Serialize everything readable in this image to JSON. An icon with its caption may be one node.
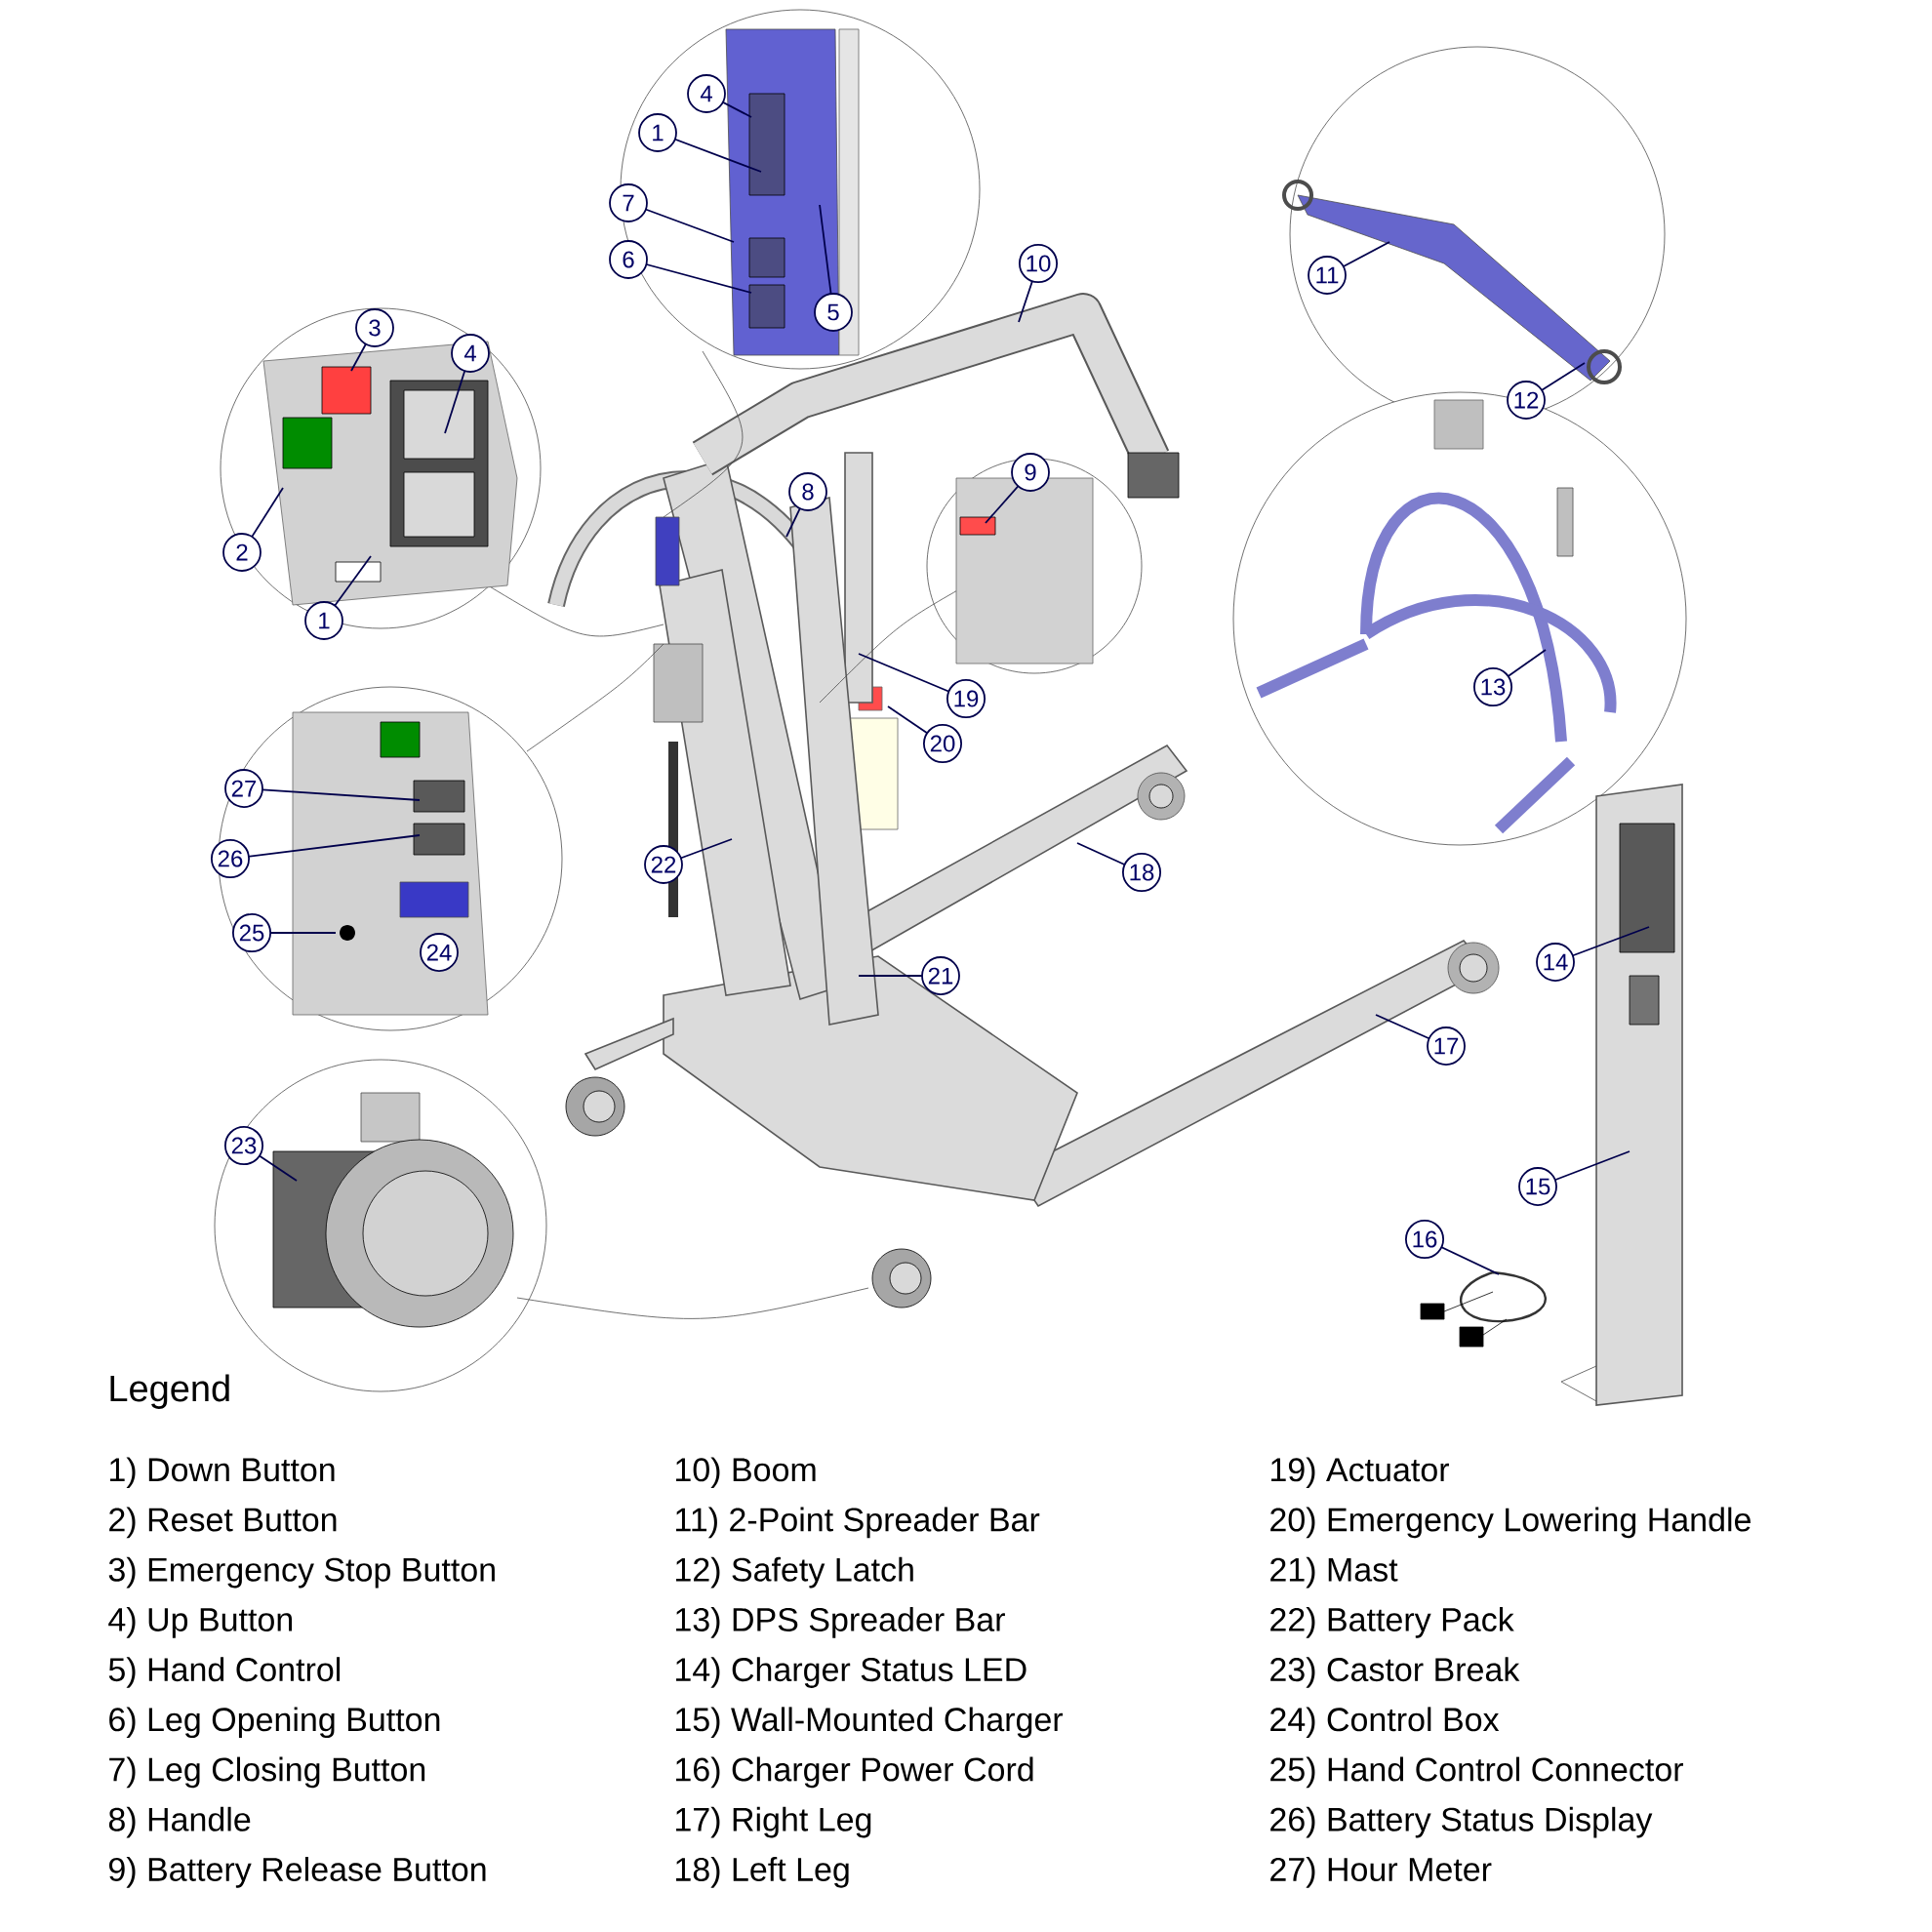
{
  "diagram": {
    "nodes": [
      {
        "text": [
          "4"
        ]
      },
      {
        "text": [
          "1"
        ]
      },
      {
        "text": [
          "7"
        ]
      },
      {
        "text": [
          "6"
        ]
      },
      {
        "text": [
          "5"
        ]
      },
      {
        "text": [
          "3"
        ]
      },
      {
        "text": [
          "4"
        ]
      },
      {
        "text": [
          "2"
        ]
      },
      {
        "text": [
          "1"
        ]
      },
      {
        "text": [
          "10"
        ]
      },
      {
        "text": [
          "8"
        ]
      },
      {
        "text": [
          "9"
        ]
      },
      {
        "text": [
          "11"
        ]
      },
      {
        "text": [
          "12"
        ]
      },
      {
        "text": [
          "13"
        ]
      },
      {
        "text": [
          "19"
        ]
      },
      {
        "text": [
          "20"
        ]
      },
      {
        "text": [
          "27"
        ]
      },
      {
        "text": [
          "26"
        ]
      },
      {
        "text": [
          "22"
        ]
      },
      {
        "text": [
          "18"
        ]
      },
      {
        "text": [
          "25"
        ]
      },
      {
        "text": [
          "24"
        ]
      },
      {
        "text": [
          "14"
        ]
      },
      {
        "text": [
          "21"
        ]
      },
      {
        "text": [
          "17"
        ]
      },
      {
        "text": [
          "23"
        ]
      },
      {
        "text": [
          "15"
        ]
      },
      {
        "text": [
          "16"
        ]
      }
    ],
    "edges": [
      {
        "from": 0,
        "to": null,
        "arrow": "none"
      },
      {
        "from": 1,
        "to": null,
        "arrow": "none"
      },
      {
        "from": 2,
        "to": null,
        "arrow": "none"
      },
      {
        "from": 3,
        "to": null,
        "arrow": "none"
      },
      {
        "from": 4,
        "to": null,
        "arrow": "none"
      },
      {
        "from": 5,
        "to": null,
        "arrow": "none"
      },
      {
        "from": 6,
        "to": null,
        "arrow": "none"
      },
      {
        "from": 7,
        "to": null,
        "arrow": "none"
      },
      {
        "from": 8,
        "to": null,
        "arrow": "none"
      },
      {
        "from": 9,
        "to": null,
        "arrow": "none"
      },
      {
        "from": 10,
        "to": null,
        "arrow": "none"
      },
      {
        "from": 11,
        "to": null,
        "arrow": "none"
      },
      {
        "from": 12,
        "to": null,
        "arrow": "none"
      },
      {
        "from": 13,
        "to": null,
        "arrow": "none"
      },
      {
        "from": 14,
        "to": null,
        "arrow": "none"
      },
      {
        "from": 15,
        "to": null,
        "arrow": "none"
      },
      {
        "from": 16,
        "to": null,
        "arrow": "none"
      },
      {
        "from": 17,
        "to": null,
        "arrow": "none"
      },
      {
        "from": 18,
        "to": null,
        "arrow": "none"
      },
      {
        "from": 19,
        "to": null,
        "arrow": "none"
      },
      {
        "from": 20,
        "to": null,
        "arrow": "none"
      },
      {
        "from": 21,
        "to": null,
        "arrow": "none"
      },
      {
        "from": 23,
        "to": null,
        "arrow": "none"
      },
      {
        "from": 24,
        "to": null,
        "arrow": "none"
      },
      {
        "from": 25,
        "to": null,
        "arrow": "none"
      },
      {
        "from": 26,
        "to": null,
        "arrow": "none"
      },
      {
        "from": 27,
        "to": null,
        "arrow": "none"
      },
      {
        "from": 28,
        "to": null,
        "arrow": "none"
      }
    ],
    "labels": [
      "Legend",
      "1) Down Button",
      "2) Reset Button",
      "3) Emergency Stop Button",
      "4) Up Button",
      "5) Hand Control",
      "6) Leg Opening Button",
      "7) Leg Closing Button",
      "8) Handle",
      "9) Battery Release Button",
      "10) Boom",
      "11) 2-Point Spreader Bar",
      "12) Safety Latch",
      "13) DPS Spreader Bar",
      "14) Charger Status LED",
      "15) Wall-Mounted Charger",
      "16) Charger Power Cord",
      "17) Right Leg",
      "18) Left Leg",
      "19) Actuator",
      "20) Emergency Lowering Handle",
      "21) Mast",
      "22) Battery Pack",
      "23) Castor Break",
      "24) Control Box",
      "25) Hand Control Connector",
      "26) Battery Status Display",
      "27) Hour Meter"
    ]
  }
}
